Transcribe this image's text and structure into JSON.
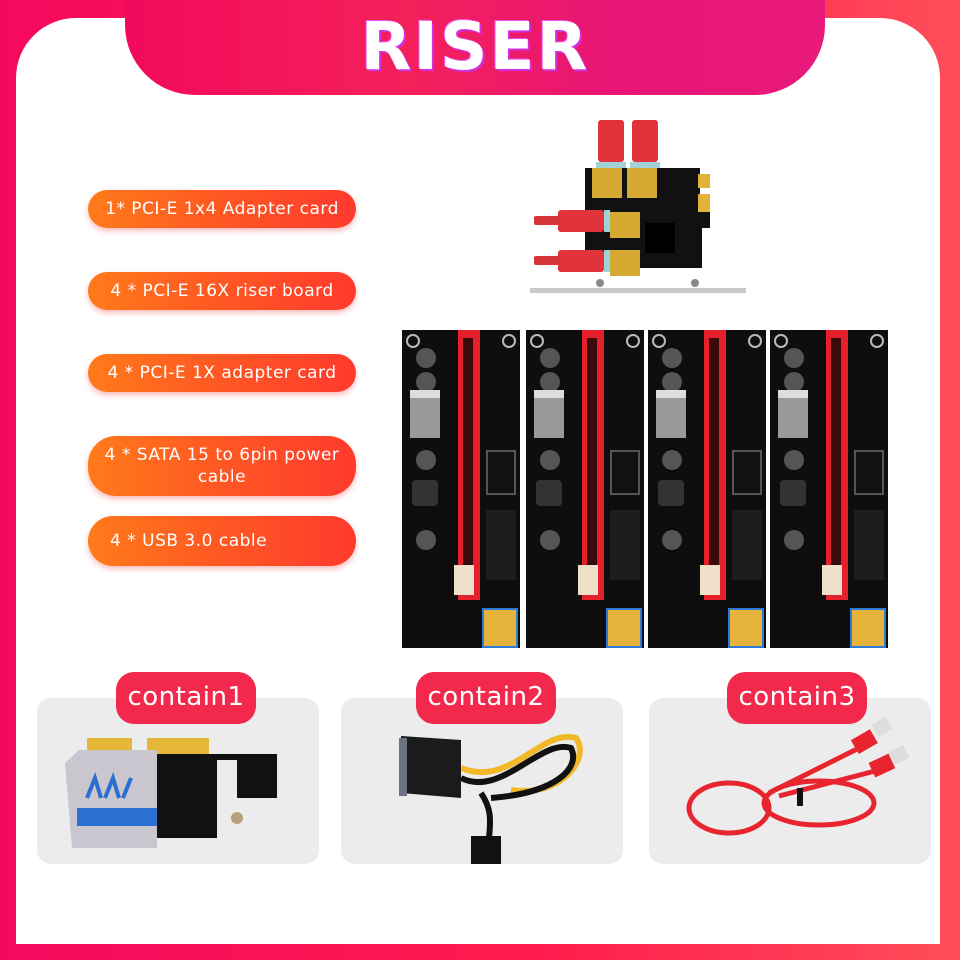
{
  "header": {
    "title": "RISER"
  },
  "colors": {
    "frame": "#ff1b4c",
    "title_band": "#f20a5c",
    "pill_start": "#ff7a1a",
    "pill_end": "#ff3a2e",
    "tag": "#f2294d",
    "card_bg": "#ececed"
  },
  "package_list": {
    "items": [
      {
        "label": "1* PCI-E 1x4 Adapter card"
      },
      {
        "label": "4 * PCI-E 16X riser board"
      },
      {
        "label": "4 * PCI-E 1X adapter card"
      },
      {
        "label": "4 * SATA 15 to 6pin power cable"
      },
      {
        "label": "4 * USB 3.0 cable"
      }
    ]
  },
  "product_images": {
    "main_adapter": "pcie-1x4-adapter-card-image",
    "riser_boards": [
      "riser-board-1",
      "riser-board-2",
      "riser-board-3",
      "riser-board-4"
    ]
  },
  "contents": [
    {
      "tag": "contain1",
      "image": "pcie-1x-adapter-card-image"
    },
    {
      "tag": "contain2",
      "image": "sata-15-to-6pin-cable-image"
    },
    {
      "tag": "contain3",
      "image": "usb-3-0-cable-image"
    }
  ]
}
